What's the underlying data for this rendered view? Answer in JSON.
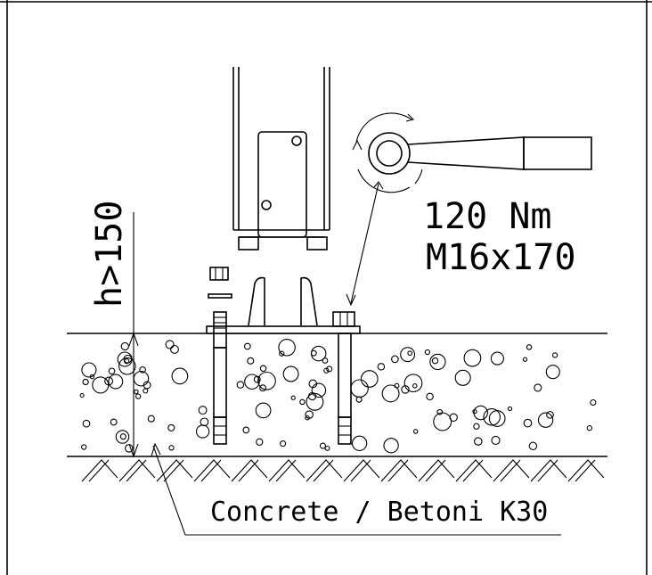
{
  "labels": {
    "torque": "120 Nm",
    "bolt": "M16x170",
    "min_height": "h>150",
    "material": "Concrete / Betoni K30"
  }
}
